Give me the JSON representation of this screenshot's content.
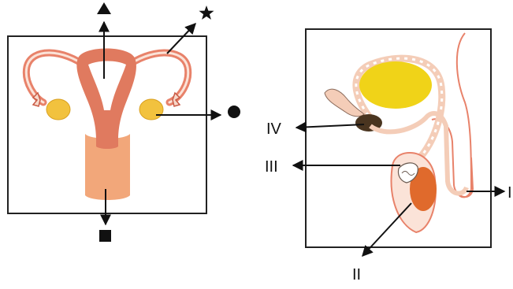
{
  "female_diagram": {
    "markers": {
      "top": "triangle",
      "upper_right": "star",
      "right": "circle",
      "bottom": "square"
    },
    "colors": {
      "uterus": "#e07a5f",
      "tubes": "#e8826a",
      "ovary": "#f2c23e",
      "vagina": "#f2a77a",
      "frame": "#222222"
    }
  },
  "male_diagram": {
    "labels": {
      "I": "I",
      "II": "II",
      "III": "III",
      "IV": "IV"
    },
    "colors": {
      "bladder": "#f0d318",
      "testis": "#e06a2c",
      "gland": "#4a3520",
      "duct": "#f4cdb8",
      "frame": "#222222"
    }
  }
}
